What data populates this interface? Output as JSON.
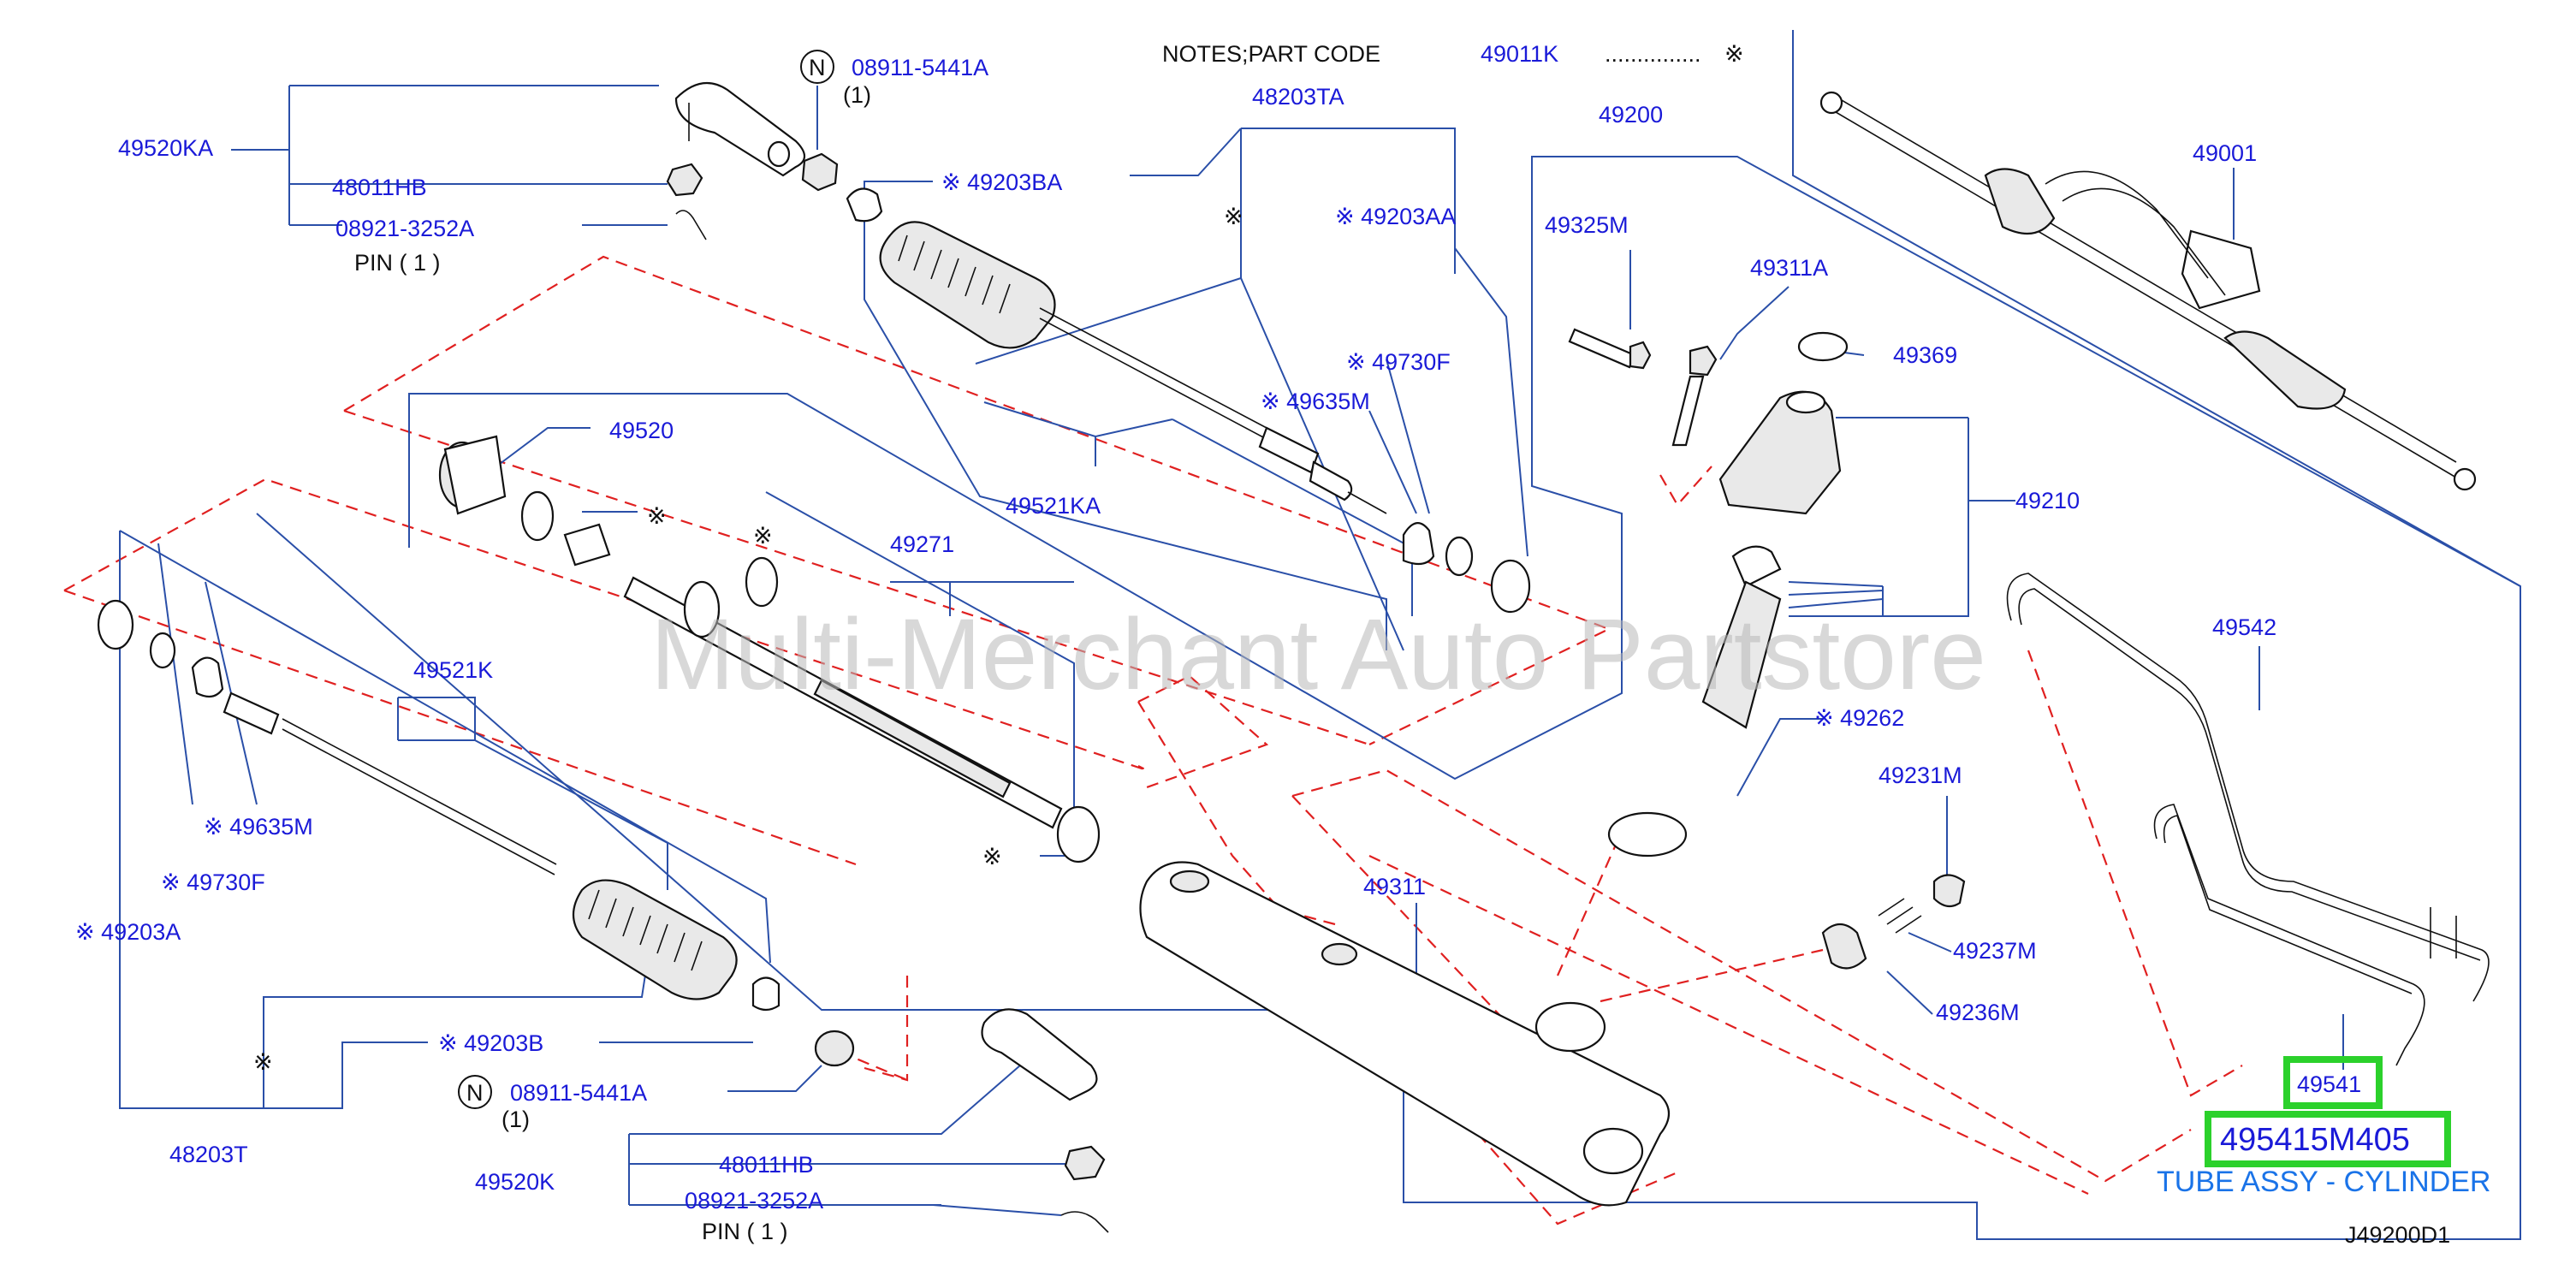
{
  "notes": {
    "text": "NOTES;PART   CODE",
    "code": "49011K",
    "dots": "...............",
    "mark": "※"
  },
  "watermark": "Multi-Merchant Auto Partstore",
  "diagram_id": "J49200D1",
  "highlight": {
    "part": "49541",
    "part_number": "495415M405",
    "caption": "TUBE ASSY - CYLINDER",
    "color": "#2bd12b"
  },
  "labels": {
    "l49520KA": "49520KA",
    "l48011HB_top": "48011HB",
    "l08921_top": "08921-3252A",
    "pin_top": "PIN   (   1   )",
    "n_top": "N",
    "l08911_top": "08911-5441A",
    "qty_top": "(1)",
    "l49203BA": "※ 49203BA",
    "l48203TA": "48203TA",
    "mark_48203TA": "※",
    "l49203AA": "※ 49203AA",
    "l49730F_top": "※ 49730F",
    "l49635M_top": "※ 49635M",
    "l49521KA": "49521KA",
    "l49520": "49520",
    "mark_49520": "※",
    "mark_49271": "※",
    "l49271": "49271",
    "mark_seal": "※",
    "l49200": "49200",
    "l49325M": "49325M",
    "l49311A": "49311A",
    "l49369": "49369",
    "l49210": "49210",
    "l49001": "49001",
    "l49542": "49542",
    "l49262": "※ 49262",
    "l49231M": "49231M",
    "l49237M": "49237M",
    "l49236M": "49236M",
    "l49311": "49311",
    "l49521K": "49521K",
    "l49635M_left": "※ 49635M",
    "l49730F_left": "※ 49730F",
    "l49203A": "※ 49203A",
    "l49203B": "※ 49203B",
    "mark_48203T": "※",
    "n_bot": "N",
    "l08911_bot": "08911-5441A",
    "qty_bot": "(1)",
    "l48203T": "48203T",
    "l49520K": "49520K",
    "l48011HB_bot": "48011HB",
    "l08921_bot": "08921-3252A",
    "pin_bot": "PIN   (   1   )"
  }
}
